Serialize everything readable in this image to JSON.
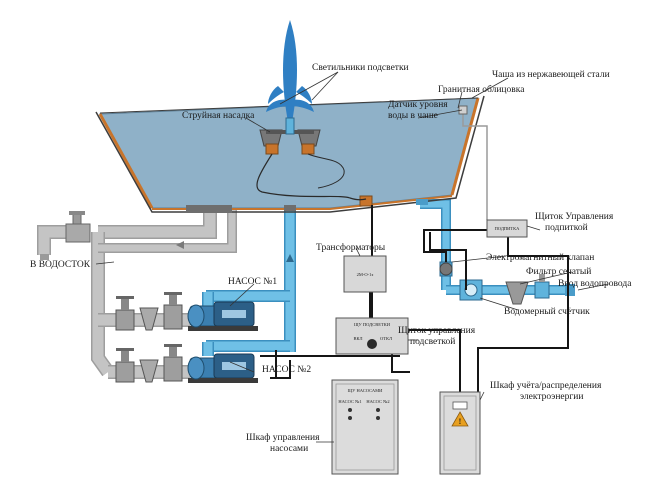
{
  "labels": {
    "lights": "Светильники подсветки",
    "steel_bowl": "Чаша из нержавеющей стали",
    "granite": "Гранитная облицовка",
    "level_sensor_line1": "Датчик уровня",
    "level_sensor_line2": "воды в чаше",
    "jet_nozzle": "Струйная насадка",
    "makeup_panel_line1": "Щиток Управления",
    "makeup_panel_line2": "подпиткой",
    "transformers": "Трансформаторы",
    "to_drain": "В ВОДОСТОК",
    "solenoid_valve": "Электромагнитный клапан",
    "mesh_filter": "Фильтр сечатый",
    "water_inlet": "Ввод водопровода",
    "pump1": "НАСОС №1",
    "water_meter": "Водомерный счётчик",
    "light_panel_line1": "Щиток управления",
    "light_panel_line2": "подсветкой",
    "pump2": "НАСОС №2",
    "meter_cabinet_line1": "Шкаф учёта/распределения",
    "meter_cabinet_line2": "электроэнергии",
    "pump_cabinet_line1": "Шкаф управления",
    "pump_cabinet_line2": "насосами"
  },
  "device_text": {
    "makeup_box": "ПОДПИТКА",
    "transformer_box": "2М-О-1э",
    "light_panel_title": "ЩУ ПОДСВЕТКИ",
    "light_panel_btn1": "ВКЛ",
    "light_panel_btn2": "ОТКЛ",
    "pump_cabinet_title": "ЩУ НАСОСАМИ",
    "pump_cabinet_btn1": "НАСОС №1",
    "pump_cabinet_btn2": "НАСОС №2"
  },
  "colors": {
    "water": "#8fb1c8",
    "pipe": "#5fb3dc",
    "pipe_gray": "#bdbdbd",
    "rim": "#c8742b",
    "jet": "#2f7fc3",
    "cabinet": "#dcdcdc",
    "warning": "#e8a020"
  }
}
